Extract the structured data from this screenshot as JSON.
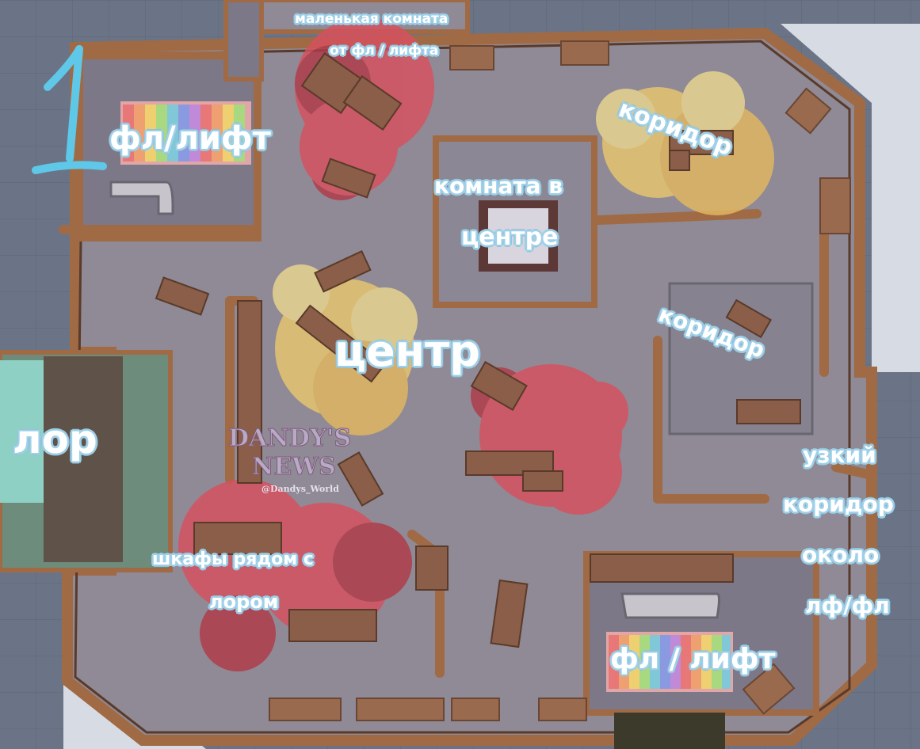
{
  "map": {
    "labels": {
      "small_room_line1": "маленькая комната",
      "small_room_line2": "от фл / лифта",
      "corridor_top": "коридор",
      "elevator_top_left": "фл/лифт",
      "center_room_line1": "комната в",
      "center_room_line2": "центре",
      "corridor_right": "коридор",
      "center": "центр",
      "lore": "лор",
      "narrow_line1": "узкий",
      "narrow_line2": "коридор",
      "narrow_line3": "около",
      "narrow_line4": "лф/фл",
      "lockers_line1": "шкафы рядом с",
      "lockers_line2": "лором",
      "elevator_bottom": "фл / лифт"
    },
    "floor_number": "1",
    "watermark": {
      "line1": "DANDY'S",
      "line2": "NEWS",
      "handle": "@Dandys_World"
    },
    "colors": {
      "background": "#6b7486",
      "floor": "#8f8a95",
      "wall": "#a06a45",
      "red_zone": "#d8505e",
      "yellow_zone": "#e4c06a",
      "label_outline": "#9fd0e8"
    }
  }
}
